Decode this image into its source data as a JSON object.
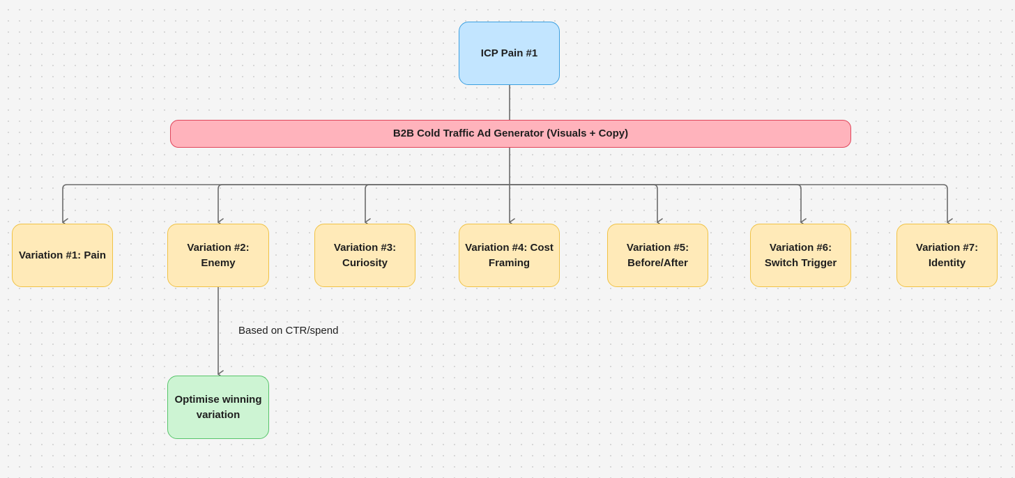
{
  "diagram": {
    "root": {
      "label": "ICP Pain #1"
    },
    "generator": {
      "label": "B2B Cold Traffic Ad Generator (Visuals + Copy)"
    },
    "variations": [
      {
        "label": "Variation #1: Pain"
      },
      {
        "label": "Variation #2: Enemy"
      },
      {
        "label": "Variation #3: Curiosity"
      },
      {
        "label": "Variation #4: Cost Framing"
      },
      {
        "label": "Variation #5: Before/After"
      },
      {
        "label": "Variation #6: Switch Trigger"
      },
      {
        "label": "Variation #7: Identity"
      }
    ],
    "edge_label": "Based on CTR/spend",
    "result": {
      "label": "Optimise winning variation"
    },
    "colors": {
      "connector": "#6b6b6b",
      "root_fill": "#c2e5ff",
      "generator_fill": "#ffb3bc",
      "variation_fill": "#ffeab8",
      "result_fill": "#cdf4d3"
    }
  }
}
